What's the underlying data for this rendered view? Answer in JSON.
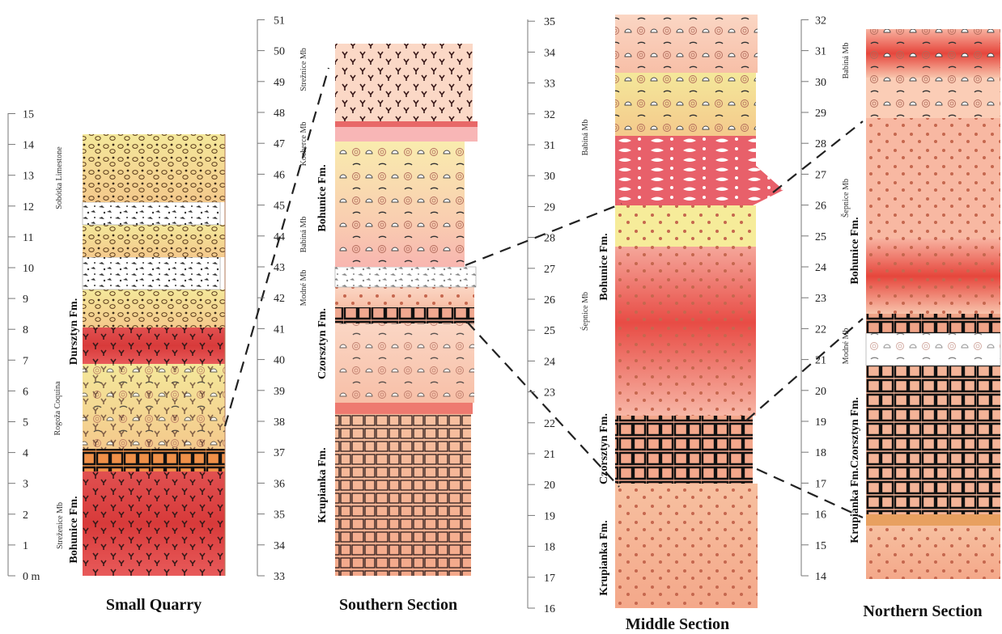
{
  "sections": [
    {
      "id": "small-quarry",
      "title": "Small Quarry",
      "ticks": [
        "0 m",
        "1",
        "2",
        "3",
        "4",
        "5",
        "6",
        "7",
        "8",
        "9",
        "10",
        "11",
        "12",
        "13",
        "14",
        "15"
      ],
      "formations": [
        "Bohunice Fm.",
        "Dursztyn Fm."
      ],
      "members": [
        "Streženice Mb",
        "Rogoža Coquina",
        "Sobótka Limestone"
      ]
    },
    {
      "id": "southern-section",
      "title": "Southern Section",
      "ticks": [
        "33",
        "34",
        "35",
        "36",
        "37",
        "38",
        "39",
        "40",
        "41",
        "42",
        "43",
        "44",
        "45",
        "46",
        "47",
        "48",
        "49",
        "50",
        "51"
      ],
      "formations": [
        "Krupianka Fm.",
        "Czorsztyn Fm.",
        "Bohunice Fm."
      ],
      "members": [
        "Modné Mb",
        "Babiná Mb",
        "Kocherce Mb",
        "Strežnice Mb"
      ]
    },
    {
      "id": "middle-section",
      "title": "Middle Section",
      "ticks": [
        "16",
        "17",
        "18",
        "19",
        "20",
        "21",
        "22",
        "23",
        "24",
        "25",
        "26",
        "27",
        "28",
        "29",
        "30",
        "31",
        "32",
        "33",
        "34",
        "35"
      ],
      "formations": [
        "Krupianka Fm.",
        "Czorsztyn Fm.",
        "Bohunice Fm."
      ],
      "members": [
        "Śepnice Mb",
        "Babiná Mb"
      ]
    },
    {
      "id": "northern-section",
      "title": "Northern Section",
      "ticks": [
        "14",
        "15",
        "16",
        "17",
        "18",
        "19",
        "20",
        "21",
        "22",
        "23",
        "24",
        "25",
        "26",
        "27",
        "28",
        "29",
        "30",
        "31",
        "32"
      ],
      "formations": [
        "Krupianka Fm.",
        "Czorsztyn Fm.",
        "Bohunice Fm."
      ],
      "members": [
        "Modné Mb",
        "Šepnice Mb",
        "Babiná Mb"
      ]
    }
  ]
}
